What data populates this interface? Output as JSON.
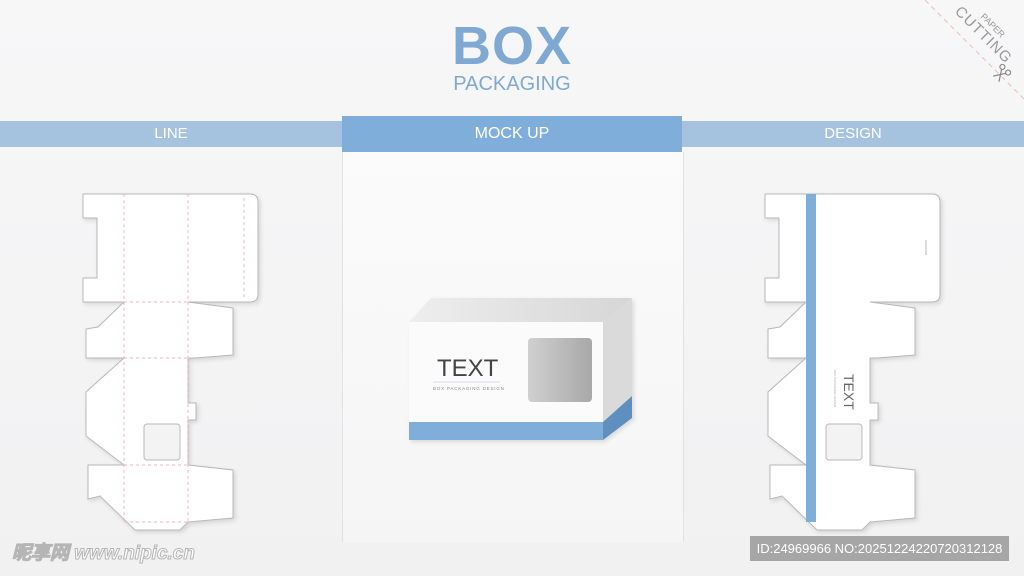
{
  "header": {
    "title": "BOX",
    "subtitle": "PACKAGING"
  },
  "tabs": [
    {
      "label": "LINE"
    },
    {
      "label": "MOCK UP"
    },
    {
      "label": "DESIGN"
    }
  ],
  "corner": {
    "line1": "PAPER",
    "line2": "CUTTING",
    "icon": "scissors-icon"
  },
  "mockup": {
    "text": "TEXT",
    "tagline": "BOX PACKAGING DESIGN"
  },
  "design": {
    "text": "TEXT",
    "tagline": "BOX PACKAGING DESIGN"
  },
  "colors": {
    "accent": "#80aedb",
    "band": "#a5c3df",
    "fold_line": "#e6b8b8"
  },
  "watermark": {
    "site": "昵享网 www.nipic.cn",
    "id": "ID:24969966 NO:20251224220720312128"
  }
}
